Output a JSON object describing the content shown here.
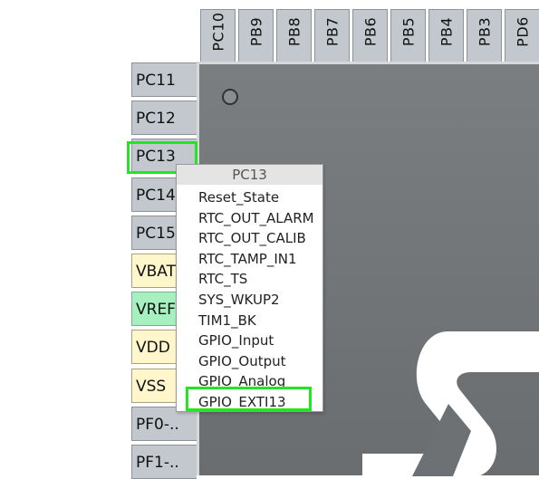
{
  "top_pins": [
    "PC10",
    "PB9",
    "PB8",
    "PB7",
    "PB6",
    "PB5",
    "PB4",
    "PB3",
    "PD6"
  ],
  "left_pins": [
    {
      "label": "PC11",
      "style": "gray"
    },
    {
      "label": "PC12",
      "style": "gray"
    },
    {
      "label": "PC13",
      "style": "gray"
    },
    {
      "label": "PC14",
      "style": "gray"
    },
    {
      "label": "PC15",
      "style": "gray"
    },
    {
      "label": "VBAT",
      "style": "yellow"
    },
    {
      "label": "VREF",
      "style": "green"
    },
    {
      "label": "VDD",
      "style": "yellow"
    },
    {
      "label": "VSS",
      "style": "yellow"
    },
    {
      "label": "PF0-..",
      "style": "gray"
    },
    {
      "label": "PF1-..",
      "style": "gray"
    }
  ],
  "menu": {
    "title": "PC13",
    "items": [
      "Reset_State",
      "RTC_OUT_ALARM",
      "RTC_OUT_CALIB",
      "RTC_TAMP_IN1",
      "RTC_TS",
      "SYS_WKUP2",
      "TIM1_BK",
      "GPIO_Input",
      "GPIO_Output",
      "GPIO_Analog",
      "GPIO_EXTI13"
    ],
    "selected": "GPIO_EXTI13"
  },
  "colors": {
    "highlight": "#22e622",
    "pin_gray": "#c2c8cd",
    "pin_yellow": "#fff6cc",
    "pin_green": "#a6f0bf",
    "chip": "#6e7174"
  }
}
